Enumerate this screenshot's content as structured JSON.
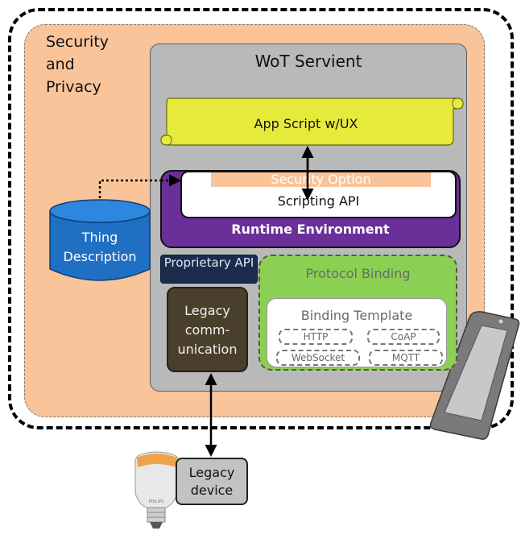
{
  "diagram": {
    "security_title": "Security and Privacy",
    "servient_title": "WoT Servient",
    "app_script": "App Script w/UX",
    "security_option": "Security Option",
    "scripting_api": "Scripting API",
    "runtime_env": "Runtime Environment",
    "thing_description": "Thing Description",
    "proprietary_api": "Proprietary API",
    "legacy_communication": "Legacy comm- unication",
    "protocol_binding": "Protocol Binding",
    "binding_template": "Binding Template",
    "protocols": [
      "HTTP",
      "CoAP",
      "WebSocket",
      "MQTT"
    ],
    "legacy_device": "Legacy device",
    "bulb_brand": "PHILIPS"
  },
  "colors": {
    "security_fill": "#f9c49a",
    "servient_fill": "#b9b9b9",
    "runtime_fill": "#6b2f99",
    "app_script_fill": "#e6ea3a",
    "thing_description_fill": "#1f6fc2",
    "protocol_binding_fill": "#8bd053",
    "legacy_comm_fill": "#4a3f2a",
    "proprietary_api_fill": "#1a2c4e"
  }
}
